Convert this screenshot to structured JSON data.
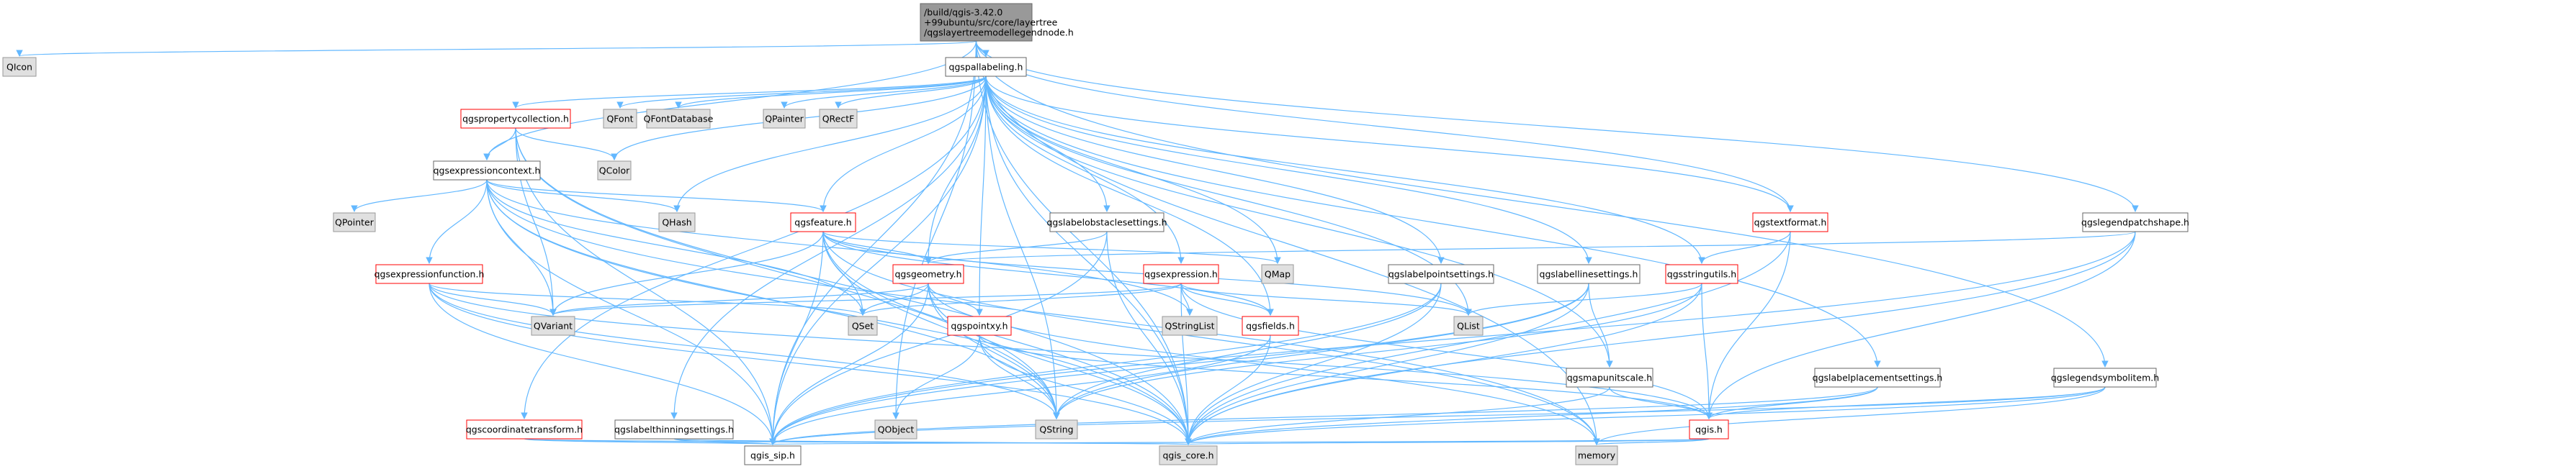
{
  "graph": {
    "root_label": [
      "/build/qgis-3.42.0",
      "+99ubuntu/src/core/layertree",
      "/qgslayertreemodellegendnode.h"
    ]
  },
  "legend_colors": {
    "root_fill": "#999999",
    "normal_border": "#666666",
    "truncated_border": "#ff0000",
    "external_fill": "#e0e0e0",
    "edge": "#63b8ff"
  },
  "nodes": [
    {
      "id": "root",
      "label": "/build/qgis-3.42.0\n+99ubuntu/src/core/layertree\n/qgslayertreemodellegendnode.h",
      "kind": "root"
    },
    {
      "id": "qicon",
      "label": "QIcon",
      "kind": "external"
    },
    {
      "id": "qgspallabeling",
      "label": "qgspallabeling.h",
      "kind": "normal"
    },
    {
      "id": "qgspropertycollection",
      "label": "qgspropertycollection.h",
      "kind": "truncated"
    },
    {
      "id": "qfont",
      "label": "QFont",
      "kind": "external"
    },
    {
      "id": "qfontdatabase",
      "label": "QFontDatabase",
      "kind": "external"
    },
    {
      "id": "qpainter",
      "label": "QPainter",
      "kind": "external"
    },
    {
      "id": "qrectf",
      "label": "QRectF",
      "kind": "external"
    },
    {
      "id": "qgsexpressioncontext",
      "label": "qgsexpressioncontext.h",
      "kind": "normal"
    },
    {
      "id": "qcolor",
      "label": "QColor",
      "kind": "external"
    },
    {
      "id": "qpointer",
      "label": "QPointer",
      "kind": "external"
    },
    {
      "id": "qhash",
      "label": "QHash",
      "kind": "external"
    },
    {
      "id": "qgsfeature",
      "label": "qgsfeature.h",
      "kind": "truncated"
    },
    {
      "id": "qgslabelobstaclesettings",
      "label": "qgslabelobstaclesettings.h",
      "kind": "normal"
    },
    {
      "id": "qgstextformat",
      "label": "qgstextformat.h",
      "kind": "truncated"
    },
    {
      "id": "qgslegendpatchshape",
      "label": "qgslegendpatchshape.h",
      "kind": "normal"
    },
    {
      "id": "qgsexpressionfunction",
      "label": "qgsexpressionfunction.h",
      "kind": "truncated"
    },
    {
      "id": "qgsgeometry",
      "label": "qgsgeometry.h",
      "kind": "truncated"
    },
    {
      "id": "qmap",
      "label": "QMap",
      "kind": "external"
    },
    {
      "id": "qgsexpression",
      "label": "qgsexpression.h",
      "kind": "truncated"
    },
    {
      "id": "qgslabelpointsettings",
      "label": "qgslabelpointsettings.h",
      "kind": "normal"
    },
    {
      "id": "qgslabellinesettings",
      "label": "qgslabellinesettings.h",
      "kind": "normal"
    },
    {
      "id": "qgsstringutils",
      "label": "qgsstringutils.h",
      "kind": "truncated"
    },
    {
      "id": "qvariant",
      "label": "QVariant",
      "kind": "external"
    },
    {
      "id": "qset",
      "label": "QSet",
      "kind": "external"
    },
    {
      "id": "qgspointxy",
      "label": "qgspointxy.h",
      "kind": "truncated"
    },
    {
      "id": "qstringlist",
      "label": "QStringList",
      "kind": "external"
    },
    {
      "id": "qgsfields",
      "label": "qgsfields.h",
      "kind": "truncated"
    },
    {
      "id": "qlist",
      "label": "QList",
      "kind": "external"
    },
    {
      "id": "qgsmapunitscale",
      "label": "qgsmapunitscale.h",
      "kind": "normal"
    },
    {
      "id": "qgslabelplacementsettings",
      "label": "qgslabelplacementsettings.h",
      "kind": "normal"
    },
    {
      "id": "qgslegendsymbolitem",
      "label": "qgslegendsymbolitem.h",
      "kind": "normal"
    },
    {
      "id": "qgscoordinatetransform",
      "label": "qgscoordinatetransform.h",
      "kind": "truncated"
    },
    {
      "id": "qgslabelthinningsettings",
      "label": "qgslabelthinningsettings.h",
      "kind": "normal"
    },
    {
      "id": "qobject",
      "label": "QObject",
      "kind": "external"
    },
    {
      "id": "qstring",
      "label": "QString",
      "kind": "external"
    },
    {
      "id": "qgis_h",
      "label": "qgis.h",
      "kind": "truncated"
    },
    {
      "id": "qgis_sip",
      "label": "qgis_sip.h",
      "kind": "normal"
    },
    {
      "id": "qgis_core",
      "label": "qgis_core.h",
      "kind": "external"
    },
    {
      "id": "memory",
      "label": "memory",
      "kind": "external"
    }
  ],
  "edges": [
    [
      "root",
      "qicon"
    ],
    [
      "root",
      "qgspallabeling"
    ],
    [
      "root",
      "qgsexpressioncontext"
    ],
    [
      "root",
      "qgstextformat"
    ],
    [
      "root",
      "qgslegendpatchshape"
    ],
    [
      "root",
      "qgslegendsymbolitem"
    ],
    [
      "root",
      "qgis_core"
    ],
    [
      "root",
      "qgis_sip"
    ],
    [
      "root",
      "qobject"
    ],
    [
      "root",
      "memory"
    ],
    [
      "qgspallabeling",
      "qgspropertycollection"
    ],
    [
      "qgspallabeling",
      "qfont"
    ],
    [
      "qgspallabeling",
      "qfontdatabase"
    ],
    [
      "qgspallabeling",
      "qpainter"
    ],
    [
      "qgspallabeling",
      "qrectf"
    ],
    [
      "qgspallabeling",
      "qcolor"
    ],
    [
      "qgspallabeling",
      "qhash"
    ],
    [
      "qgspallabeling",
      "qgsfeature"
    ],
    [
      "qgspallabeling",
      "qgslabelobstaclesettings"
    ],
    [
      "qgspallabeling",
      "qgstextformat"
    ],
    [
      "qgspallabeling",
      "qgsgeometry"
    ],
    [
      "qgspallabeling",
      "qmap"
    ],
    [
      "qgspallabeling",
      "qgsexpression"
    ],
    [
      "qgspallabeling",
      "qgslabelpointsettings"
    ],
    [
      "qgspallabeling",
      "qgslabellinesettings"
    ],
    [
      "qgspallabeling",
      "qgsstringutils"
    ],
    [
      "qgspallabeling",
      "qgspointxy"
    ],
    [
      "qgspallabeling",
      "qgsfields"
    ],
    [
      "qgspallabeling",
      "qlist"
    ],
    [
      "qgspallabeling",
      "qgsmapunitscale"
    ],
    [
      "qgspallabeling",
      "qgslabelplacementsettings"
    ],
    [
      "qgspallabeling",
      "qgscoordinatetransform"
    ],
    [
      "qgspallabeling",
      "qgslabelthinningsettings"
    ],
    [
      "qgspallabeling",
      "qstring"
    ],
    [
      "qgspallabeling",
      "qgis_core"
    ],
    [
      "qgspallabeling",
      "qgis_sip"
    ],
    [
      "qgspropertycollection",
      "qgsexpressioncontext"
    ],
    [
      "qgspropertycollection",
      "qcolor"
    ],
    [
      "qgspropertycollection",
      "qvariant"
    ],
    [
      "qgspropertycollection",
      "qstring"
    ],
    [
      "qgspropertycollection",
      "qgis_core"
    ],
    [
      "qgspropertycollection",
      "qgis_sip"
    ],
    [
      "qgsexpressioncontext",
      "qpointer"
    ],
    [
      "qgsexpressioncontext",
      "qhash"
    ],
    [
      "qgsexpressioncontext",
      "qgsfeature"
    ],
    [
      "qgsexpressioncontext",
      "qgsexpressionfunction"
    ],
    [
      "qgsexpressioncontext",
      "qvariant"
    ],
    [
      "qgsexpressioncontext",
      "qset"
    ],
    [
      "qgsexpressioncontext",
      "qstringlist"
    ],
    [
      "qgsexpressioncontext",
      "qstring"
    ],
    [
      "qgsexpressioncontext",
      "qgis_core"
    ],
    [
      "qgsexpressioncontext",
      "qgis_sip"
    ],
    [
      "qgsexpressioncontext",
      "memory"
    ],
    [
      "qgsfeature",
      "qmap"
    ],
    [
      "qgsfeature",
      "qgsgeometry"
    ],
    [
      "qgsfeature",
      "qvariant"
    ],
    [
      "qgsfeature",
      "qset"
    ],
    [
      "qgsfeature",
      "qlist"
    ],
    [
      "qgsfeature",
      "qgsfields"
    ],
    [
      "qgsfeature",
      "qstring"
    ],
    [
      "qgsfeature",
      "qgis_core"
    ],
    [
      "qgsfeature",
      "qgis_sip"
    ],
    [
      "qgsfeature",
      "memory"
    ],
    [
      "qgslabelobstaclesettings",
      "qgsgeometry"
    ],
    [
      "qgslabelobstaclesettings",
      "qgis_core"
    ],
    [
      "qgslabelobstaclesettings",
      "qgis_sip"
    ],
    [
      "qgstextformat",
      "qgsstringutils"
    ],
    [
      "qgstextformat",
      "qgis_h"
    ],
    [
      "qgstextformat",
      "qgis_core"
    ],
    [
      "qgslegendpatchshape",
      "qgsgeometry"
    ],
    [
      "qgslegendpatchshape",
      "qgis_h"
    ],
    [
      "qgslegendpatchshape",
      "qgis_core"
    ],
    [
      "qgslegendpatchshape",
      "qgis_sip"
    ],
    [
      "qgsexpressionfunction",
      "qvariant"
    ],
    [
      "qgsexpressionfunction",
      "qset"
    ],
    [
      "qgsexpressionfunction",
      "qstring"
    ],
    [
      "qgsexpressionfunction",
      "qgis_h"
    ],
    [
      "qgsexpressionfunction",
      "qgis_core"
    ],
    [
      "qgsexpressionfunction",
      "qgis_sip"
    ],
    [
      "qgsgeometry",
      "qset"
    ],
    [
      "qgsgeometry",
      "qstring"
    ],
    [
      "qgsgeometry",
      "qvariant"
    ],
    [
      "qgsgeometry",
      "qgspointxy"
    ],
    [
      "qgsgeometry",
      "qgis_core"
    ],
    [
      "qgsgeometry",
      "qgis_sip"
    ],
    [
      "qgsgeometry",
      "memory"
    ],
    [
      "qgsexpression",
      "qstringlist"
    ],
    [
      "qgsexpression",
      "qset"
    ],
    [
      "qgsexpression",
      "qvariant"
    ],
    [
      "qgsexpression",
      "qlist"
    ],
    [
      "qgsexpression",
      "qgsfields"
    ],
    [
      "qgsexpression",
      "qgis_h"
    ],
    [
      "qgsexpression",
      "qgis_core"
    ],
    [
      "qgslabelpointsettings",
      "qstring"
    ],
    [
      "qgslabelpointsettings",
      "qgis_core"
    ],
    [
      "qgslabelpointsettings",
      "qgis_sip"
    ],
    [
      "qgslabellinesettings",
      "qgsmapunitscale"
    ],
    [
      "qgslabellinesettings",
      "qstring"
    ],
    [
      "qgslabellinesettings",
      "qgis_core"
    ],
    [
      "qgslabellinesettings",
      "qgis_sip"
    ],
    [
      "qgsstringutils",
      "qlist"
    ],
    [
      "qgsstringutils",
      "qstring"
    ],
    [
      "qgsstringutils",
      "qgis_h"
    ],
    [
      "qgsstringutils",
      "qgis_core"
    ],
    [
      "qgspointxy",
      "qstring"
    ],
    [
      "qgspointxy",
      "qobject"
    ],
    [
      "qgspointxy",
      "qgis_core"
    ],
    [
      "qgspointxy",
      "qgis_h"
    ],
    [
      "qgsfields",
      "qgis_core"
    ],
    [
      "qgsfields",
      "qgis_sip"
    ],
    [
      "qgsmapunitscale",
      "qgis_h"
    ],
    [
      "qgsmapunitscale",
      "qgis_core"
    ],
    [
      "qgslabelplacementsettings",
      "qgis_h"
    ],
    [
      "qgslabelplacementsettings",
      "qgis_core"
    ],
    [
      "qgslabelplacementsettings",
      "qgis_sip"
    ],
    [
      "qgslegendsymbolitem",
      "qgis_h"
    ],
    [
      "qgslegendsymbolitem",
      "qgis_core"
    ],
    [
      "qgslegendsymbolitem",
      "memory"
    ],
    [
      "qgslegendsymbolitem",
      "qgis_sip"
    ],
    [
      "qgscoordinatetransform",
      "qgis_core"
    ],
    [
      "qgscoordinatetransform",
      "qgis_sip"
    ],
    [
      "qgslabelthinningsettings",
      "qgis_core"
    ],
    [
      "qgslabelthinningsettings",
      "qgis_sip"
    ],
    [
      "qgis_h",
      "qgis_core"
    ],
    [
      "qgis_h",
      "qgis_sip"
    ],
    [
      "qgis_h",
      "memory"
    ]
  ]
}
